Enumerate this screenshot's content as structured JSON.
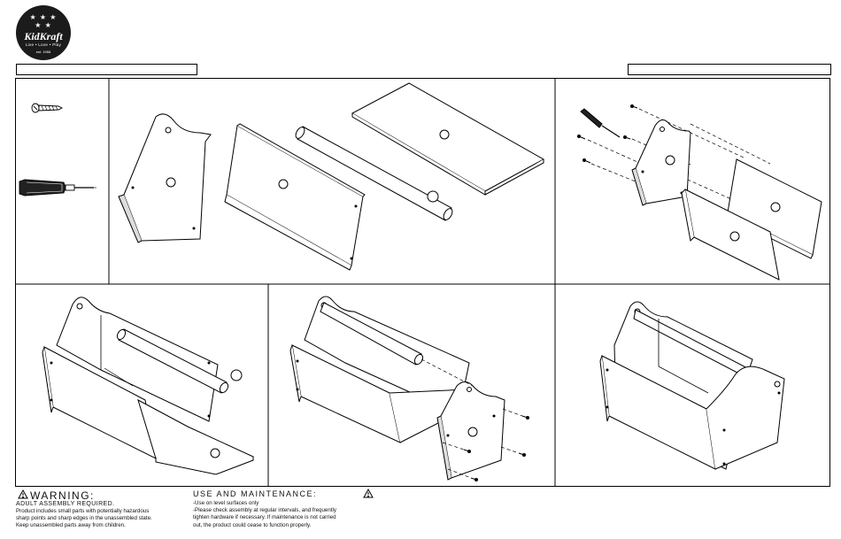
{
  "logo": {
    "stars": "★ ★ ★\n★ ★",
    "brand": "KidKraft",
    "tagline": "Live • Love • Play",
    "est": "est. 1968"
  },
  "colors": {
    "line": "#000000",
    "background": "#ffffff",
    "logo": "#1b1b1b"
  },
  "parts": {
    "screw_icon": "screw-icon",
    "screwdriver_icon": "screwdriver-icon"
  },
  "steps": [
    {
      "name": "parts-overview",
      "contents": [
        "side-panel",
        "long-panel",
        "dowel",
        "bottom-panel"
      ]
    },
    {
      "name": "step-attach-panels"
    },
    {
      "name": "step-insert-dowel"
    },
    {
      "name": "step-attach-second-side"
    },
    {
      "name": "step-finished-toolbox"
    }
  ],
  "warning": {
    "heading": "WARNING:",
    "subheading": "ADULT ASSEMBLY REQUIRED.",
    "lines": [
      "Product includes small parts with potentially hazardous",
      "sharp points and sharp edges in the unassembled state.",
      "Keep unassembled parts away from children."
    ]
  },
  "use": {
    "heading": "USE AND MAINTENANCE:",
    "lines": [
      "-Use on level surfaces only",
      "-Please check assembly at regular intervals, and frequently",
      "tighten hardware if necessary. If maintenance is not carried",
      "out, the product could cease to function properly."
    ]
  }
}
